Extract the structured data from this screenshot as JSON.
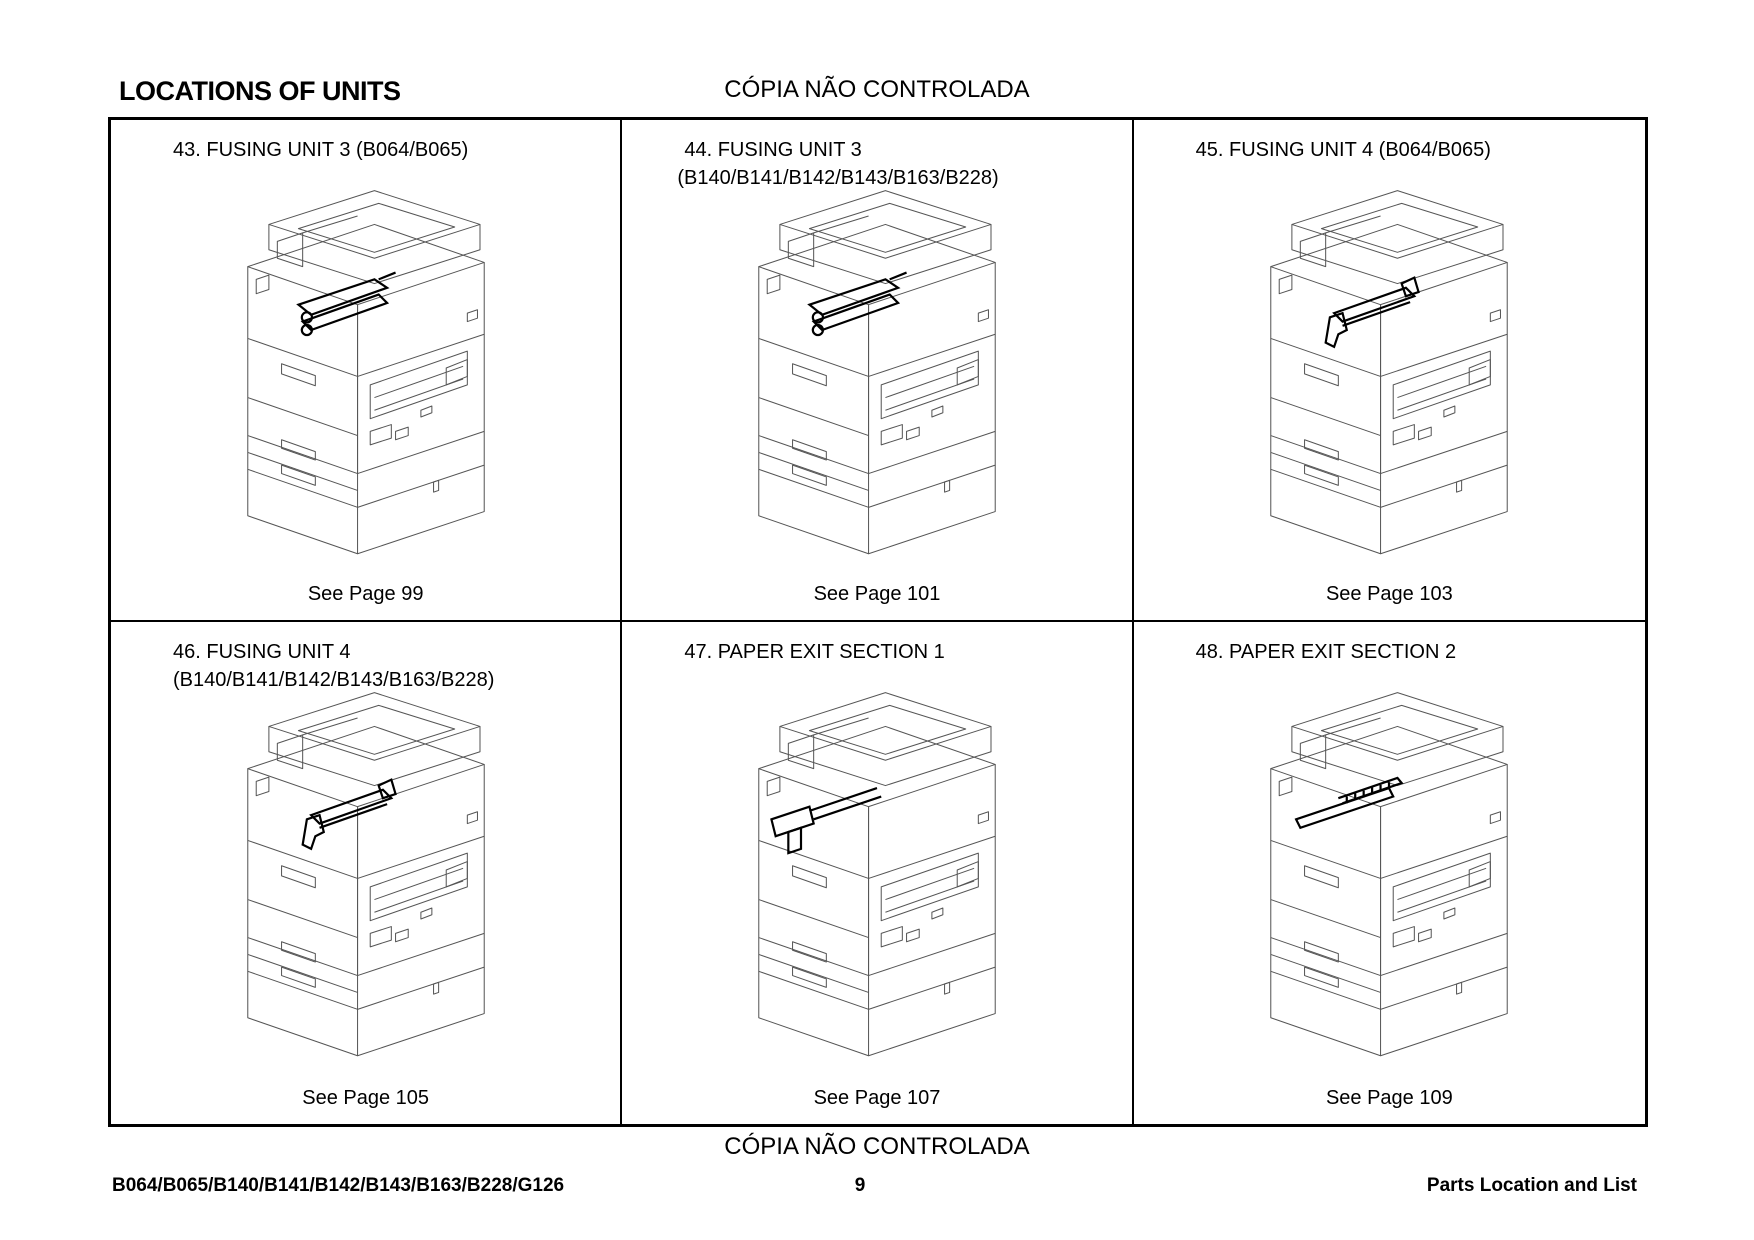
{
  "header": {
    "section_title": "LOCATIONS OF UNITS",
    "watermark": "CÓPIA NÃO CONTROLADA"
  },
  "units": [
    {
      "title_line1": "43. FUSING UNIT 3 (B064/B065)",
      "title_line2": "",
      "page_ref": "See Page  99",
      "highlight": "fusing-rollers"
    },
    {
      "title_line1": "44. FUSING UNIT 3",
      "title_line2": "(B140/B141/B142/B143/B163/B228)",
      "page_ref": "See Page 101",
      "highlight": "fusing-rollers"
    },
    {
      "title_line1": "45. FUSING UNIT 4 (B064/B065)",
      "title_line2": "",
      "page_ref": "See Page 103",
      "highlight": "fusing-frame"
    },
    {
      "title_line1": "46. FUSING UNIT 4",
      "title_line2": "(B140/B141/B142/B143/B163/B228)",
      "page_ref": "See Page 105",
      "highlight": "fusing-frame"
    },
    {
      "title_line1": "47. PAPER EXIT SECTION 1",
      "title_line2": "",
      "page_ref": "See Page 107",
      "highlight": "exit-guide"
    },
    {
      "title_line1": "48. PAPER EXIT SECTION 2",
      "title_line2": "",
      "page_ref": "See Page 109",
      "highlight": "exit-rollers"
    }
  ],
  "footer": {
    "watermark": "CÓPIA NÃO CONTROLADA",
    "models": "B064/B065/B140/B141/B142/B143/B163/B228/G126",
    "page_number": "9",
    "section_name": "Parts Location and List"
  }
}
